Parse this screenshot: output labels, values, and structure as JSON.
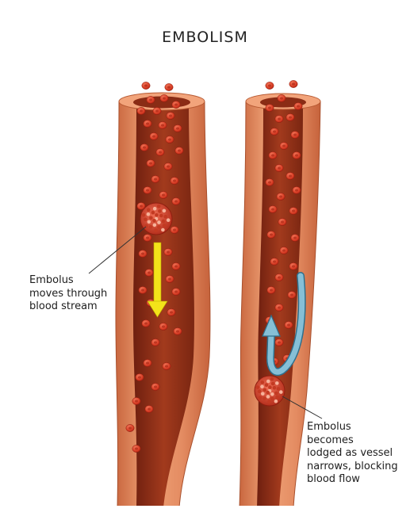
{
  "title": "EMBOLISM",
  "captions": {
    "moving": [
      "Embolus",
      "moves through",
      "blood stream"
    ],
    "lodged": [
      "Embolus",
      "becomes",
      "lodged as vessel",
      "narrows, blocking",
      "blood flow"
    ]
  },
  "colors": {
    "vessel_outer": "#e8956c",
    "vessel_inner": "#9a3218",
    "blood_cell": "#d93f25",
    "moving_arrow": "#f3e31a",
    "return_arrow": "#7fb6cf"
  },
  "icons": {
    "moving_arrow": "arrow-down-icon",
    "return_arrow": "arrow-u-turn-icon"
  }
}
